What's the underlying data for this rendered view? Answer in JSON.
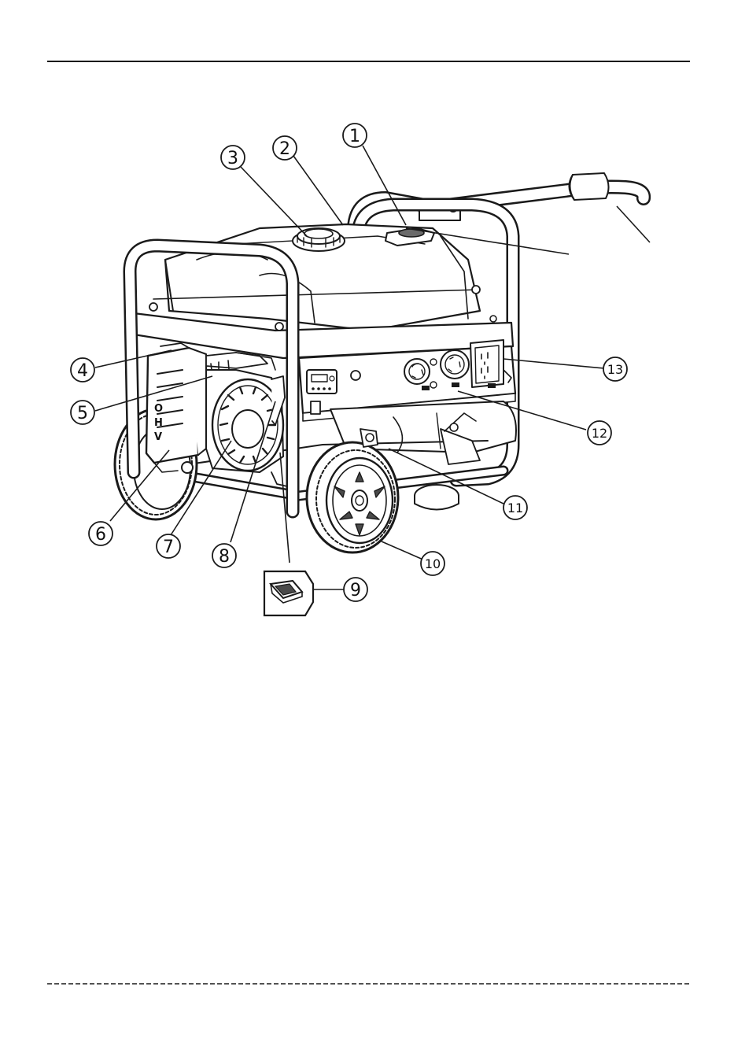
{
  "panel_badge_text": "OHV",
  "panel_badge_letters": [
    "O",
    "H",
    "V"
  ],
  "callouts": [
    {
      "id": "1",
      "label": "1"
    },
    {
      "id": "2",
      "label": "2"
    },
    {
      "id": "3",
      "label": "3"
    },
    {
      "id": "4",
      "label": "4"
    },
    {
      "id": "5",
      "label": "5"
    },
    {
      "id": "6",
      "label": "6"
    },
    {
      "id": "7",
      "label": "7"
    },
    {
      "id": "8",
      "label": "8"
    },
    {
      "id": "9",
      "label": "9"
    },
    {
      "id": "10",
      "label": "10"
    },
    {
      "id": "11",
      "label": "11"
    },
    {
      "id": "12",
      "label": "12"
    },
    {
      "id": "13",
      "label": "13"
    }
  ],
  "colors": {
    "ink": "#1a1a1a",
    "frame": "#2a2a2a",
    "fill_dark": "#4a4a4a",
    "fill_mid": "#7a7a7a",
    "fill_light": "#d6d6d6",
    "paper": "#ffffff"
  }
}
